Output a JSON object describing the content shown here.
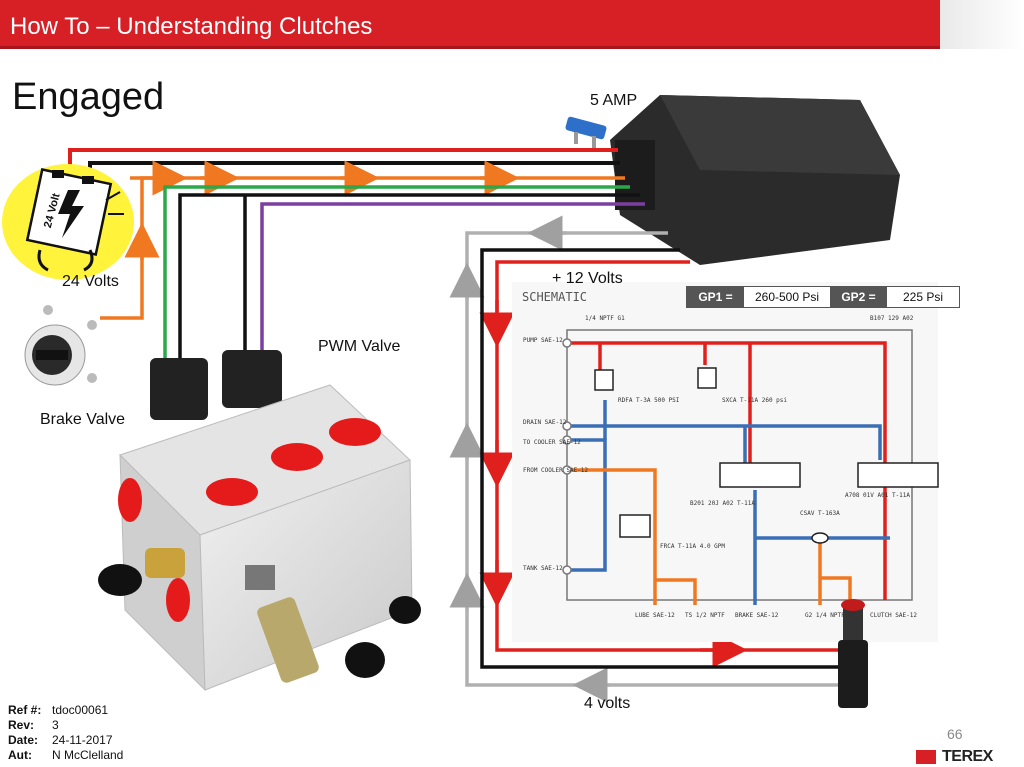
{
  "header": {
    "title": "How To – Understanding Clutches"
  },
  "slide": {
    "title": "Engaged"
  },
  "labels": {
    "fuse": "5 AMP",
    "battery_volts": "24 Volts",
    "battery_badge": "24 Volt",
    "brake_valve": "Brake Valve",
    "pwm_valve": "PWM Valve",
    "plus_12": "+ 12 Volts",
    "four_volts": "4 volts",
    "schematic": "SCHEMATIC"
  },
  "pressure": {
    "gp1_label": "GP1 =",
    "gp1_value": "260-500 Psi",
    "gp2_label": "GP2 =",
    "gp2_value": "225 Psi"
  },
  "schematic_labels": {
    "pump": "PUMP SAE-12",
    "drain": "DRAIN SAE-12",
    "to_cooler": "TO COOLER SAE-12",
    "from_cooler": "FROM COOLER SAE-12",
    "tank": "TANK SAE-12",
    "lube": "LUBE SAE-12",
    "ts": "TS 1/2 NPTF",
    "brake": "BRAKE SAE-12",
    "g2": "G2 1/4 NPTF",
    "clutch": "CLUTCH SAE-12",
    "g1": "1/4 NPTF G1",
    "rdfa": "RDFA T-3A 500 PSI",
    "sxca": "SXCA T-11A 260 psi",
    "frca": "FRCA T-11A 4.0 GPM",
    "b201": "B201 20J A02 T-11A",
    "csav": "CSAV T-163A",
    "a708": "A708 01V A01 T-11A",
    "b107": "B107 129 A02"
  },
  "footer": {
    "ref_label": "Ref #:",
    "ref_value": "tdoc00061",
    "rev_label": "Rev:",
    "rev_value": "3",
    "date_label": "Date:",
    "date_value": "24-11-2017",
    "aut_label": "Aut:",
    "aut_value": "N McClelland",
    "page_number": "66",
    "logo": "TEREX"
  },
  "colors": {
    "header": "#d71f26",
    "wire_red": "#e0201c",
    "wire_black": "#111111",
    "wire_orange": "#f07820",
    "wire_green": "#2aa84a",
    "wire_purple": "#7b3fa0",
    "wire_grey": "#b0b0b0",
    "hyd_red": "#e0201c",
    "hyd_blue": "#3a6fb5",
    "hyd_orange": "#f07820"
  }
}
